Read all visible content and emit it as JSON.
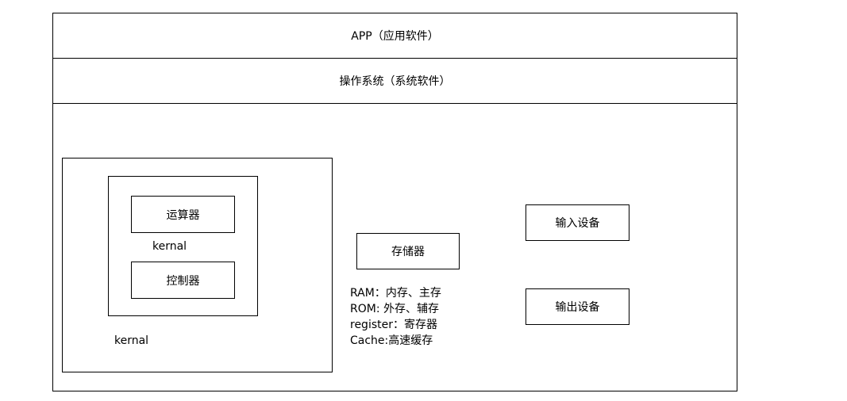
{
  "layers": {
    "app": "APP（应用软件）",
    "os": "操作系统（系统软件）"
  },
  "cpu": {
    "alu": "运算器",
    "controller": "控制器",
    "inner_kernel_label": "kernal",
    "outer_kernel_label": "kernal"
  },
  "memory": {
    "label": "存储器",
    "legend": [
      "RAM：内存、主存",
      "ROM: 外存、辅存",
      "register：寄存器",
      "Cache:高速缓存"
    ]
  },
  "io": {
    "input": "输入设备",
    "output": "输出设备"
  }
}
